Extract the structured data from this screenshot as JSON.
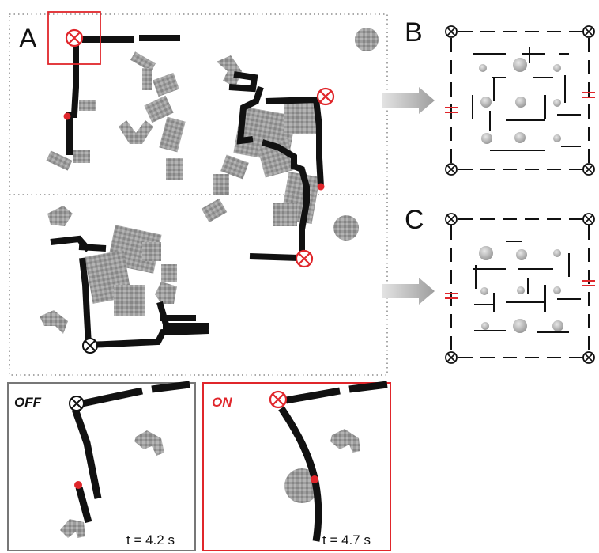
{
  "panels": {
    "a": "A",
    "b": "B",
    "c": "C"
  },
  "insets": {
    "off": {
      "label": "OFF",
      "time": "t = 4.2 s"
    },
    "on": {
      "label": "ON",
      "time": "t = 4.7 s"
    }
  },
  "colors": {
    "wire": "#111111",
    "highlight": "#e0262b",
    "particle": "#8a8a8a",
    "arrow": "#b5b5b5"
  },
  "icons": {
    "electrode": "circled-x-icon",
    "highlight_electrode": "circled-x-icon-red",
    "tip": "red-dot-marker",
    "capacitor": "capacitor-symbol-icon"
  }
}
